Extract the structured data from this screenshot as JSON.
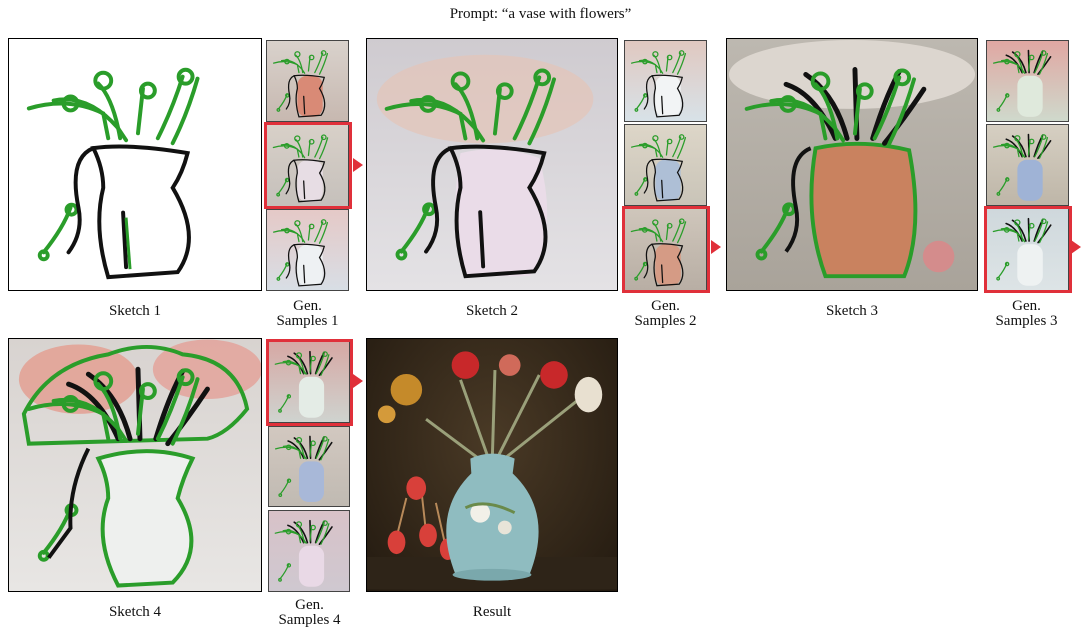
{
  "prompt": "Prompt: “a vase with flowers”",
  "captions": {
    "sketch1": "Sketch 1",
    "gen1": [
      "Gen.",
      "Samples 1"
    ],
    "sketch2": "Sketch 2",
    "gen2": [
      "Gen.",
      "Samples 2"
    ],
    "sketch3": "Sketch 3",
    "gen3": [
      "Gen.",
      "Samples 3"
    ],
    "sketch4": "Sketch 4",
    "gen4": [
      "Gen.",
      "Samples 4"
    ],
    "result": "Result"
  },
  "colors": {
    "stroke_green": "#2a9d2a",
    "stroke_black": "#111111",
    "selection_red": "#e0303a"
  },
  "selected_sample_index": {
    "gen1": 2,
    "gen2": 3,
    "gen3": 3,
    "gen4": 1
  }
}
